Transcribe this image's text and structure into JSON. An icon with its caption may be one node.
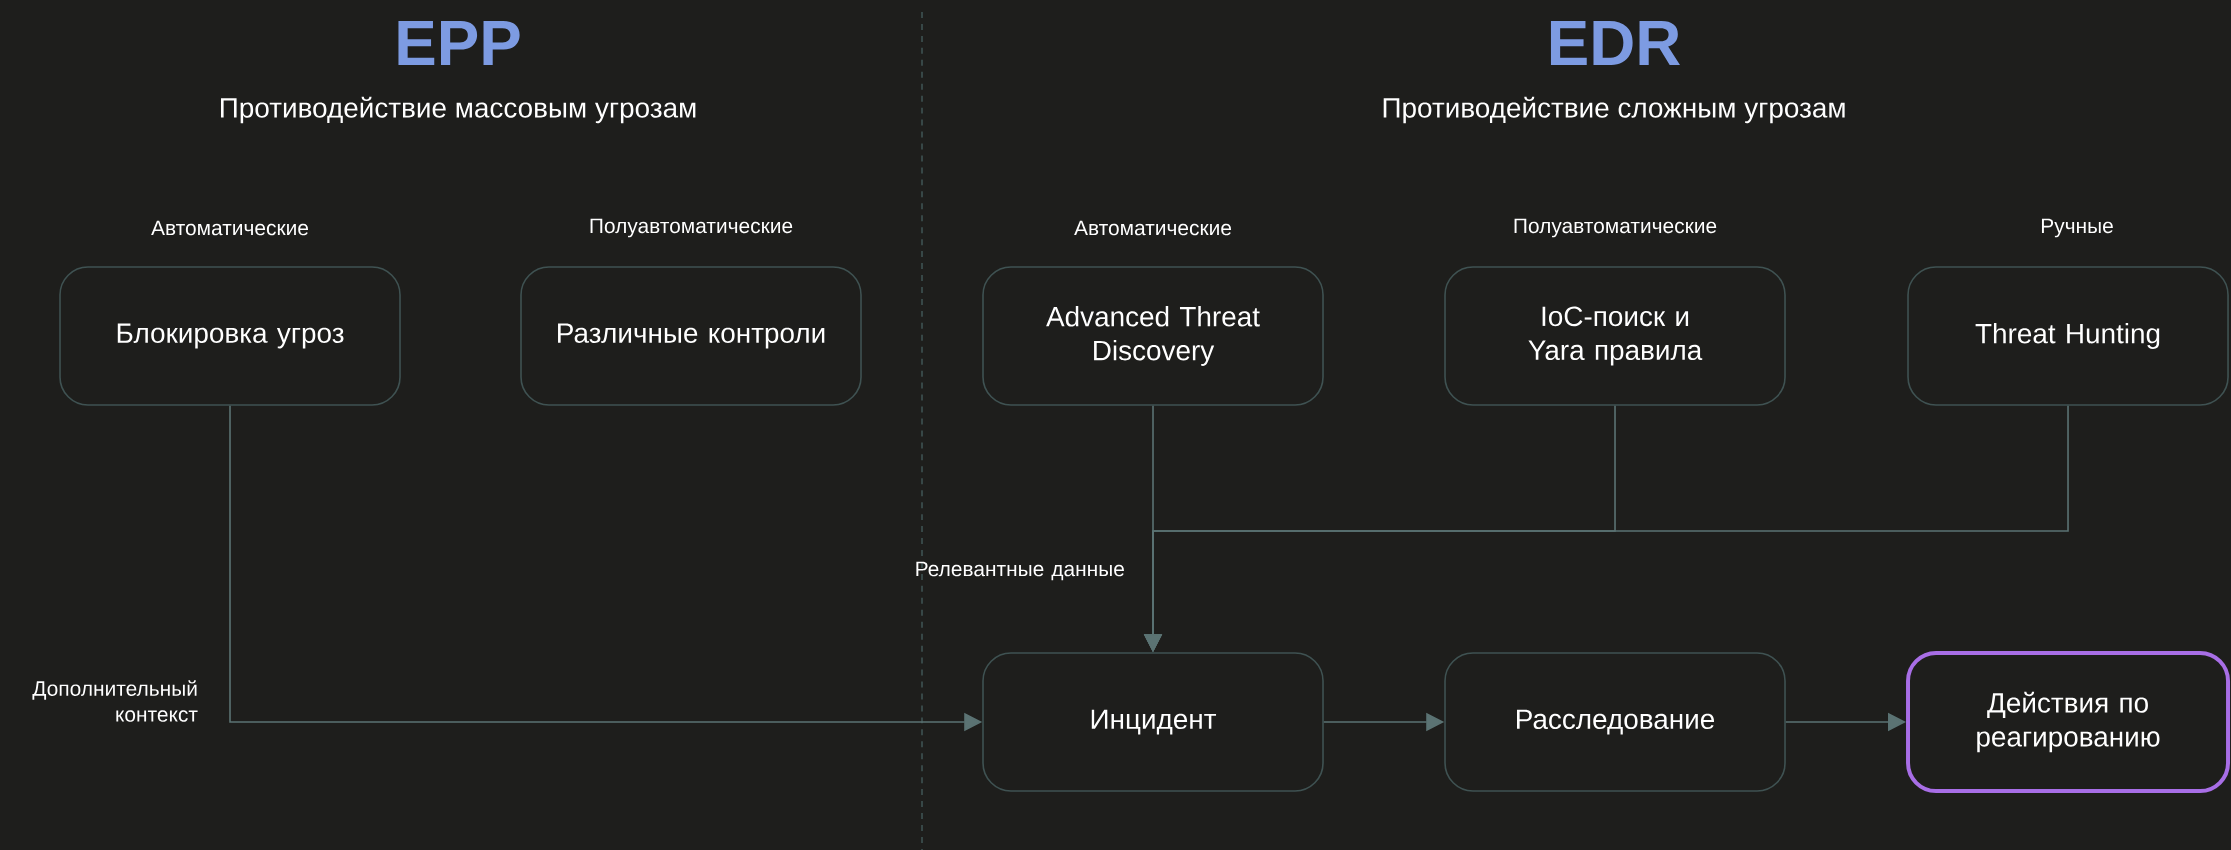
{
  "diagram": {
    "nodes": [
      {
        "text": [
          "Блокировка угроз"
        ]
      },
      {
        "text": [
          "Различные контроли"
        ]
      },
      {
        "text": [
          "Advanced Threat Discovery"
        ]
      },
      {
        "text": [
          "IoC-поиск и Yara правила"
        ]
      },
      {
        "text": [
          "Threat Hunting"
        ]
      },
      {
        "text": [
          "Инцидент"
        ]
      },
      {
        "text": [
          "Расследование"
        ]
      },
      {
        "text": [
          "Действия по реагированию"
        ]
      }
    ],
    "edges": [
      {
        "from": 0,
        "to": 5,
        "arrow": "to",
        "label": "Дополнительный контекст"
      },
      {
        "from": 2,
        "to": 5,
        "arrow": "to",
        "label": "Релевантные данные"
      },
      {
        "from": 3,
        "to": 5,
        "arrow": "to"
      },
      {
        "from": 4,
        "to": 5,
        "arrow": "to"
      },
      {
        "from": 5,
        "to": 6,
        "arrow": "to"
      },
      {
        "from": 6,
        "to": 7,
        "arrow": "to"
      }
    ],
    "labels": [
      "EPP",
      "Противодействие массовым угрозам",
      "EDR",
      "Противодействие сложным угрозам",
      "Автоматические",
      "Полуавтоматические",
      "Автоматические",
      "Полуавтоматические",
      "Ручные"
    ]
  }
}
